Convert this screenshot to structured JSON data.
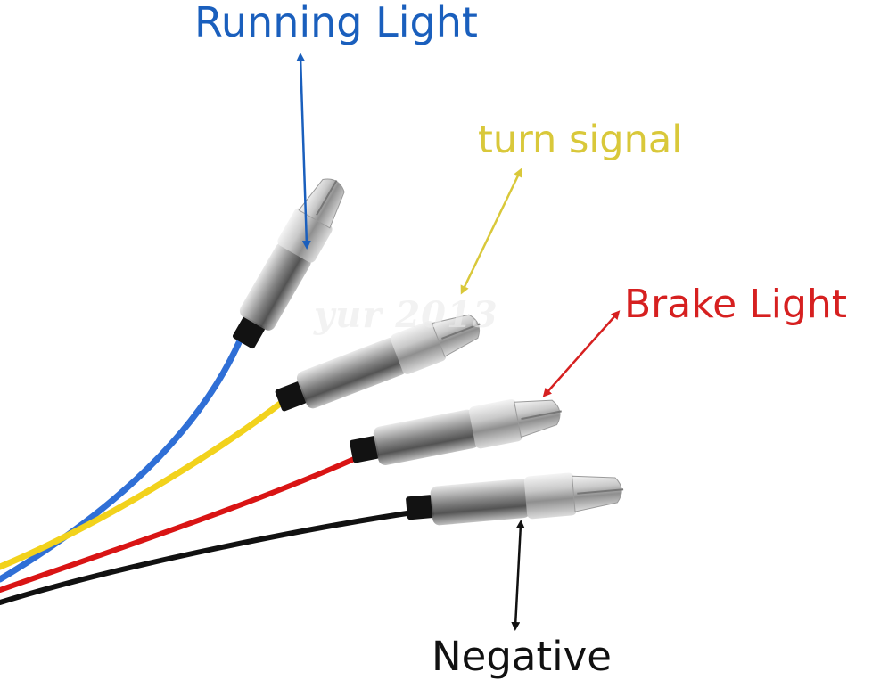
{
  "labels": {
    "running_light": "Running Light",
    "turn_signal": "turn signal",
    "brake_light": "Brake Light",
    "negative": "Negative"
  },
  "watermark": "yur     2013",
  "colors": {
    "running_light": "#1a5fbd",
    "turn_signal": "#d9c83a",
    "brake_light": "#d62020",
    "negative": "#111111",
    "wire_blue": "#2f6fd6",
    "wire_yellow": "#f2d21c",
    "wire_red": "#d91414",
    "wire_black": "#111111"
  }
}
